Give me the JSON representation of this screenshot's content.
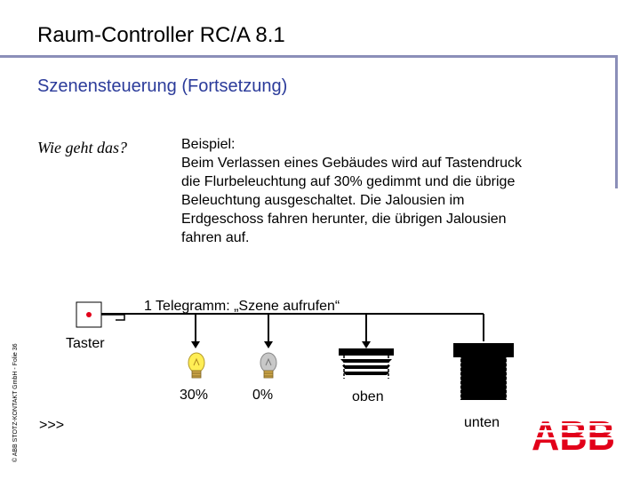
{
  "slide": {
    "title": "Raum-Controller RC/A 8.1",
    "subtitle": "Szenensteuerung (Fortsetzung)",
    "question": "Wie geht das?",
    "example_lines": [
      "Beispiel:",
      "Beim Verlassen eines Gebäudes wird auf Tastendruck",
      "die Flurbeleuchtung auf 30% gedimmt und die übrige",
      "Beleuchtung ausgeschaltet. Die Jalousien im",
      "Erdgeschoss fahren herunter, die übrigen Jalousien",
      "fahren auf."
    ],
    "side_note": "© ABB STOTZ-KONTAKT GmbH - Folie 36",
    "more_link": ">>>"
  },
  "diagram": {
    "telegram_label": "1 Telegramm: „Szene aufrufen“",
    "button_label": "Taster",
    "lamp_dimmed_label": "30%",
    "lamp_off_label": "0%",
    "blind_up_label": "oben",
    "blind_down_label": "unten"
  },
  "colors": {
    "title_rule": "#8b8fb8",
    "subtitle": "#2b3b9a",
    "abb_red": "#e2001a",
    "lamp_on": "#ffee55",
    "lamp_off": "#c8c8c8"
  },
  "logo": {
    "text": "ABB"
  }
}
